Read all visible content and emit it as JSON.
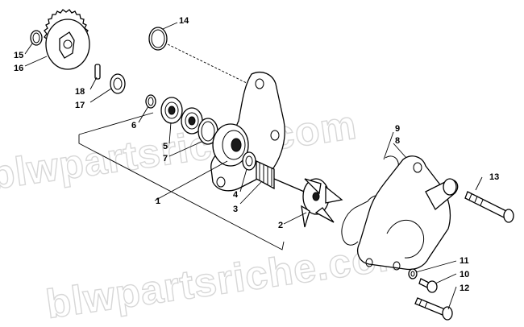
{
  "watermark": {
    "text": "blwpartsriche.com"
  },
  "callouts": [
    {
      "id": "c1",
      "label": "1"
    },
    {
      "id": "c2",
      "label": "2"
    },
    {
      "id": "c3",
      "label": "3"
    },
    {
      "id": "c4",
      "label": "4"
    },
    {
      "id": "c5",
      "label": "5"
    },
    {
      "id": "c6",
      "label": "6"
    },
    {
      "id": "c7",
      "label": "7"
    },
    {
      "id": "c8",
      "label": "8"
    },
    {
      "id": "c9",
      "label": "9"
    },
    {
      "id": "c10",
      "label": "10"
    },
    {
      "id": "c11",
      "label": "11"
    },
    {
      "id": "c12",
      "label": "12"
    },
    {
      "id": "c13",
      "label": "13"
    },
    {
      "id": "c14",
      "label": "14"
    },
    {
      "id": "c15",
      "label": "15"
    },
    {
      "id": "c16",
      "label": "16"
    },
    {
      "id": "c17",
      "label": "17"
    },
    {
      "id": "c18",
      "label": "18"
    }
  ]
}
